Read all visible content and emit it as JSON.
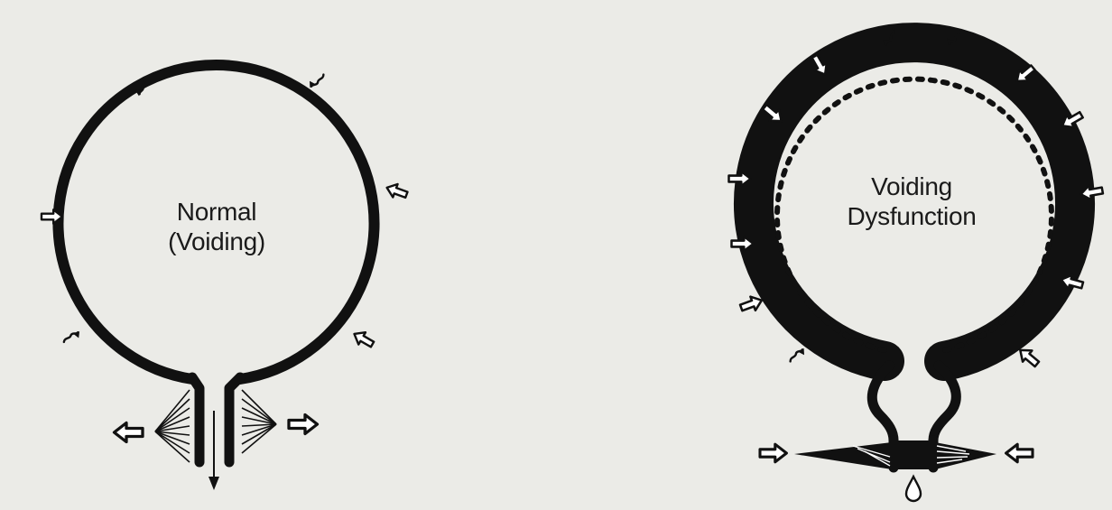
{
  "panels": [
    {
      "id": "normal",
      "label_line1": "Normal",
      "label_line2": "(Voiding)"
    },
    {
      "id": "dysfunction",
      "label_line1": "Voiding",
      "label_line2": "Dysfunction"
    }
  ],
  "colors": {
    "background": "#ebebe7",
    "ink": "#111111",
    "arrow_fill": "#ffffff"
  },
  "icons": [
    "pressure-arrow-icon",
    "urine-stream-arrow-icon",
    "droplet-icon",
    "spray-fan-icon"
  ]
}
